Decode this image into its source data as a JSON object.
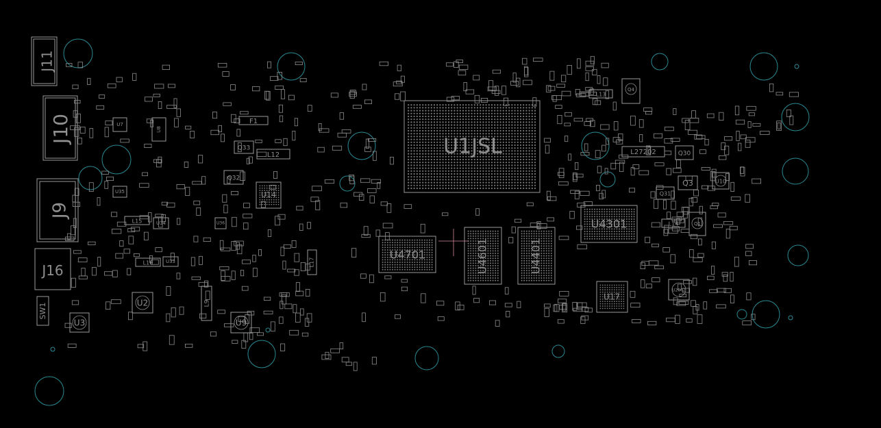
{
  "colors": {
    "background": "#000000",
    "silkscreen": "#9a9a9a",
    "mounting_hole": "#2a8a94",
    "crosshair": "#d98a9a"
  },
  "components": {
    "J11": "J11",
    "J10": "J10",
    "J9": "J9",
    "J16": "J16",
    "SW1": "SW1",
    "U1JSL": "U1JSL",
    "U4701": "U4701",
    "U4601": "U4601",
    "U4401": "U4401",
    "U4301": "U4301",
    "U17": "U17",
    "U14": "U14",
    "U3": "U3",
    "U2": "U2",
    "U9": "U9",
    "F1": "F1",
    "L12": "L12",
    "Q33": "Q33",
    "Q32": "Q32",
    "L27202": "L27202",
    "Q30": "Q30",
    "Q3": "Q3",
    "U10": "U10",
    "Q31": "Q31",
    "L13": "L13",
    "L14": "L14",
    "L15": "L15",
    "L16": "L16",
    "L17": "L17",
    "L9": "L9",
    "U33": "U33",
    "U34": "U34",
    "U35": "U35",
    "U36": "U36",
    "U7": "U7",
    "U8": "U8",
    "Q1": "Q1",
    "Q4": "Q4",
    "U2002": "U2002"
  }
}
